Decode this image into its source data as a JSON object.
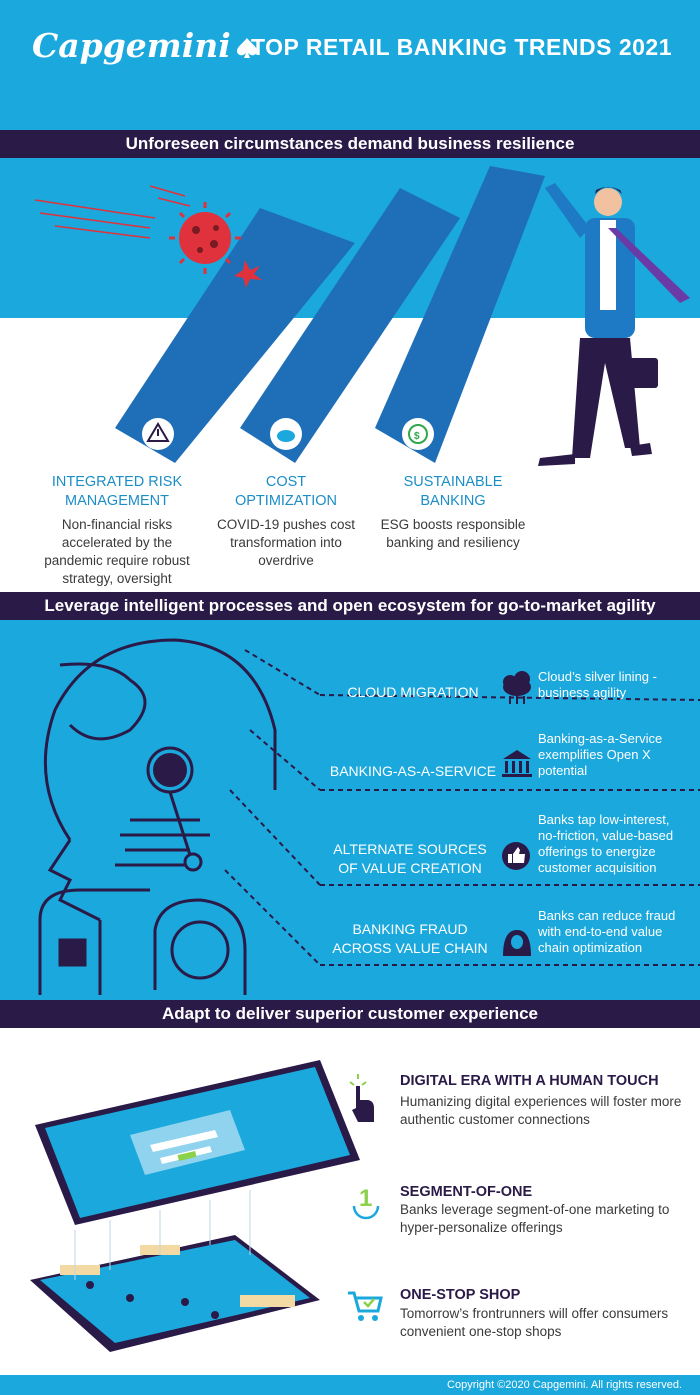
{
  "header": {
    "logo": "Capgemini",
    "title": "TOP RETAIL BANKING TRENDS 2021"
  },
  "section1": {
    "heading": "Unforeseen circumstances demand business resilience",
    "trends": [
      {
        "title_line1": "INTEGRATED RISK",
        "title_line2": "MANAGEMENT",
        "desc": "Non-financial risks accelerated by the pandemic require robust strategy, oversight",
        "icon": "warning-icon"
      },
      {
        "title_line1": "COST",
        "title_line2": "OPTIMIZATION",
        "desc": "COVID-19 pushes cost transformation into overdrive",
        "icon": "piggy-bank-icon"
      },
      {
        "title_line1": "SUSTAINABLE",
        "title_line2": "BANKING",
        "desc": "ESG boosts responsible banking and resiliency",
        "icon": "recycle-money-icon"
      }
    ]
  },
  "section2": {
    "heading": "Leverage intelligent processes and open ecosystem for go-to-market agility",
    "items": [
      {
        "label": "CLOUD MIGRATION",
        "desc": "Cloud’s silver lining - business agility",
        "icon": "cloud-icon"
      },
      {
        "label": "BANKING-AS-A-SERVICE",
        "desc": "Banking-as-a-Service exemplifies Open X potential",
        "icon": "bank-icon"
      },
      {
        "label_line1": "ALTERNATE SOURCES",
        "label_line2": "OF VALUE CREATION",
        "desc": "Banks tap low-interest, no-friction, value-based offerings to energize customer acquisition",
        "icon": "thumbs-up-icon"
      },
      {
        "label_line1": "BANKING FRAUD",
        "label_line2": "ACROSS VALUE CHAIN",
        "desc": "Banks can reduce fraud with end-to-end value chain optimization",
        "icon": "hacker-icon"
      }
    ]
  },
  "section3": {
    "heading": "Adapt to deliver superior customer experience",
    "items": [
      {
        "title": "DIGITAL ERA WITH A HUMAN TOUCH",
        "desc": "Humanizing digital experiences will foster more authentic customer connections",
        "icon": "touch-hand-icon"
      },
      {
        "title": "SEGMENT-OF-ONE",
        "desc": "Banks leverage segment-of-one marketing to hyper-personalize offerings",
        "icon": "number-one-icon"
      },
      {
        "title": "ONE-STOP SHOP",
        "desc": "Tomorrow’s frontrunners will offer consumers convenient one-stop shops",
        "icon": "shopping-cart-icon"
      }
    ]
  },
  "footer": {
    "copyright": "Copyright ©2020 Capgemini. All rights reserved."
  },
  "colors": {
    "brand_blue": "#1ba8dd",
    "dark_purple": "#2a1a47",
    "domino_blue": "#1f6fb8",
    "virus_red": "#e0323c"
  }
}
